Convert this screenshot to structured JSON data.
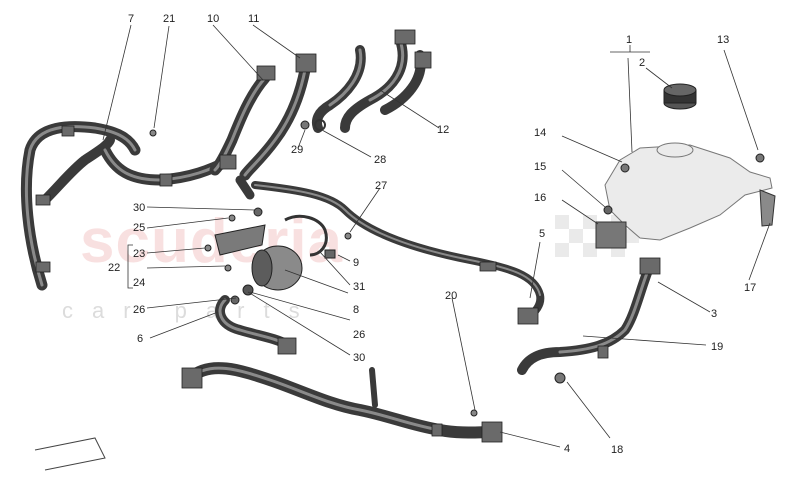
{
  "watermark": {
    "brand": "scuderia",
    "sub": "car parts"
  },
  "callouts": {
    "c1": "1",
    "c2": "2",
    "c3": "3",
    "c4": "4",
    "c5": "5",
    "c6": "6",
    "c7": "7",
    "c8": "8",
    "c9": "9",
    "c10": "10",
    "c11": "11",
    "c12": "12",
    "c13": "13",
    "c14": "14",
    "c15": "15",
    "c16": "16",
    "c17": "17",
    "c18": "18",
    "c19": "19",
    "c20": "20",
    "c21": "21",
    "c22": "22",
    "c23": "23",
    "c24": "24",
    "c25": "25",
    "c26a": "26",
    "c26b": "26",
    "c27": "27",
    "c28": "28",
    "c29": "29",
    "c30a": "30",
    "c30b": "30",
    "c31": "31"
  },
  "colors": {
    "hose": "#3a3a3a",
    "tank": "#ebebeb",
    "watermark_red": "#f4c8c8"
  }
}
